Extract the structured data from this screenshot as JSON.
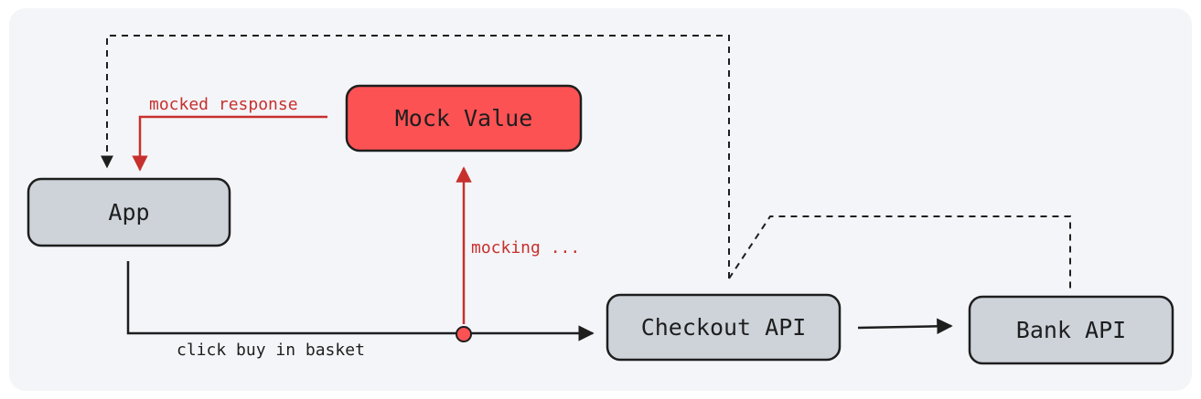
{
  "nodes": {
    "app": {
      "label": "App"
    },
    "mock_value": {
      "label": "Mock Value"
    },
    "checkout_api": {
      "label": "Checkout API"
    },
    "bank_api": {
      "label": "Bank API"
    }
  },
  "edges": {
    "click_buy": {
      "label": "click buy in basket"
    },
    "mocking": {
      "label": "mocking ..."
    },
    "mocked_response": {
      "label": "mocked response"
    }
  },
  "colors": {
    "node_fill": "#ced3da",
    "mock_fill": "#fc5254",
    "stroke": "#1e1e1e",
    "accent_red": "#c7302d",
    "background": "#f4f5f8"
  }
}
